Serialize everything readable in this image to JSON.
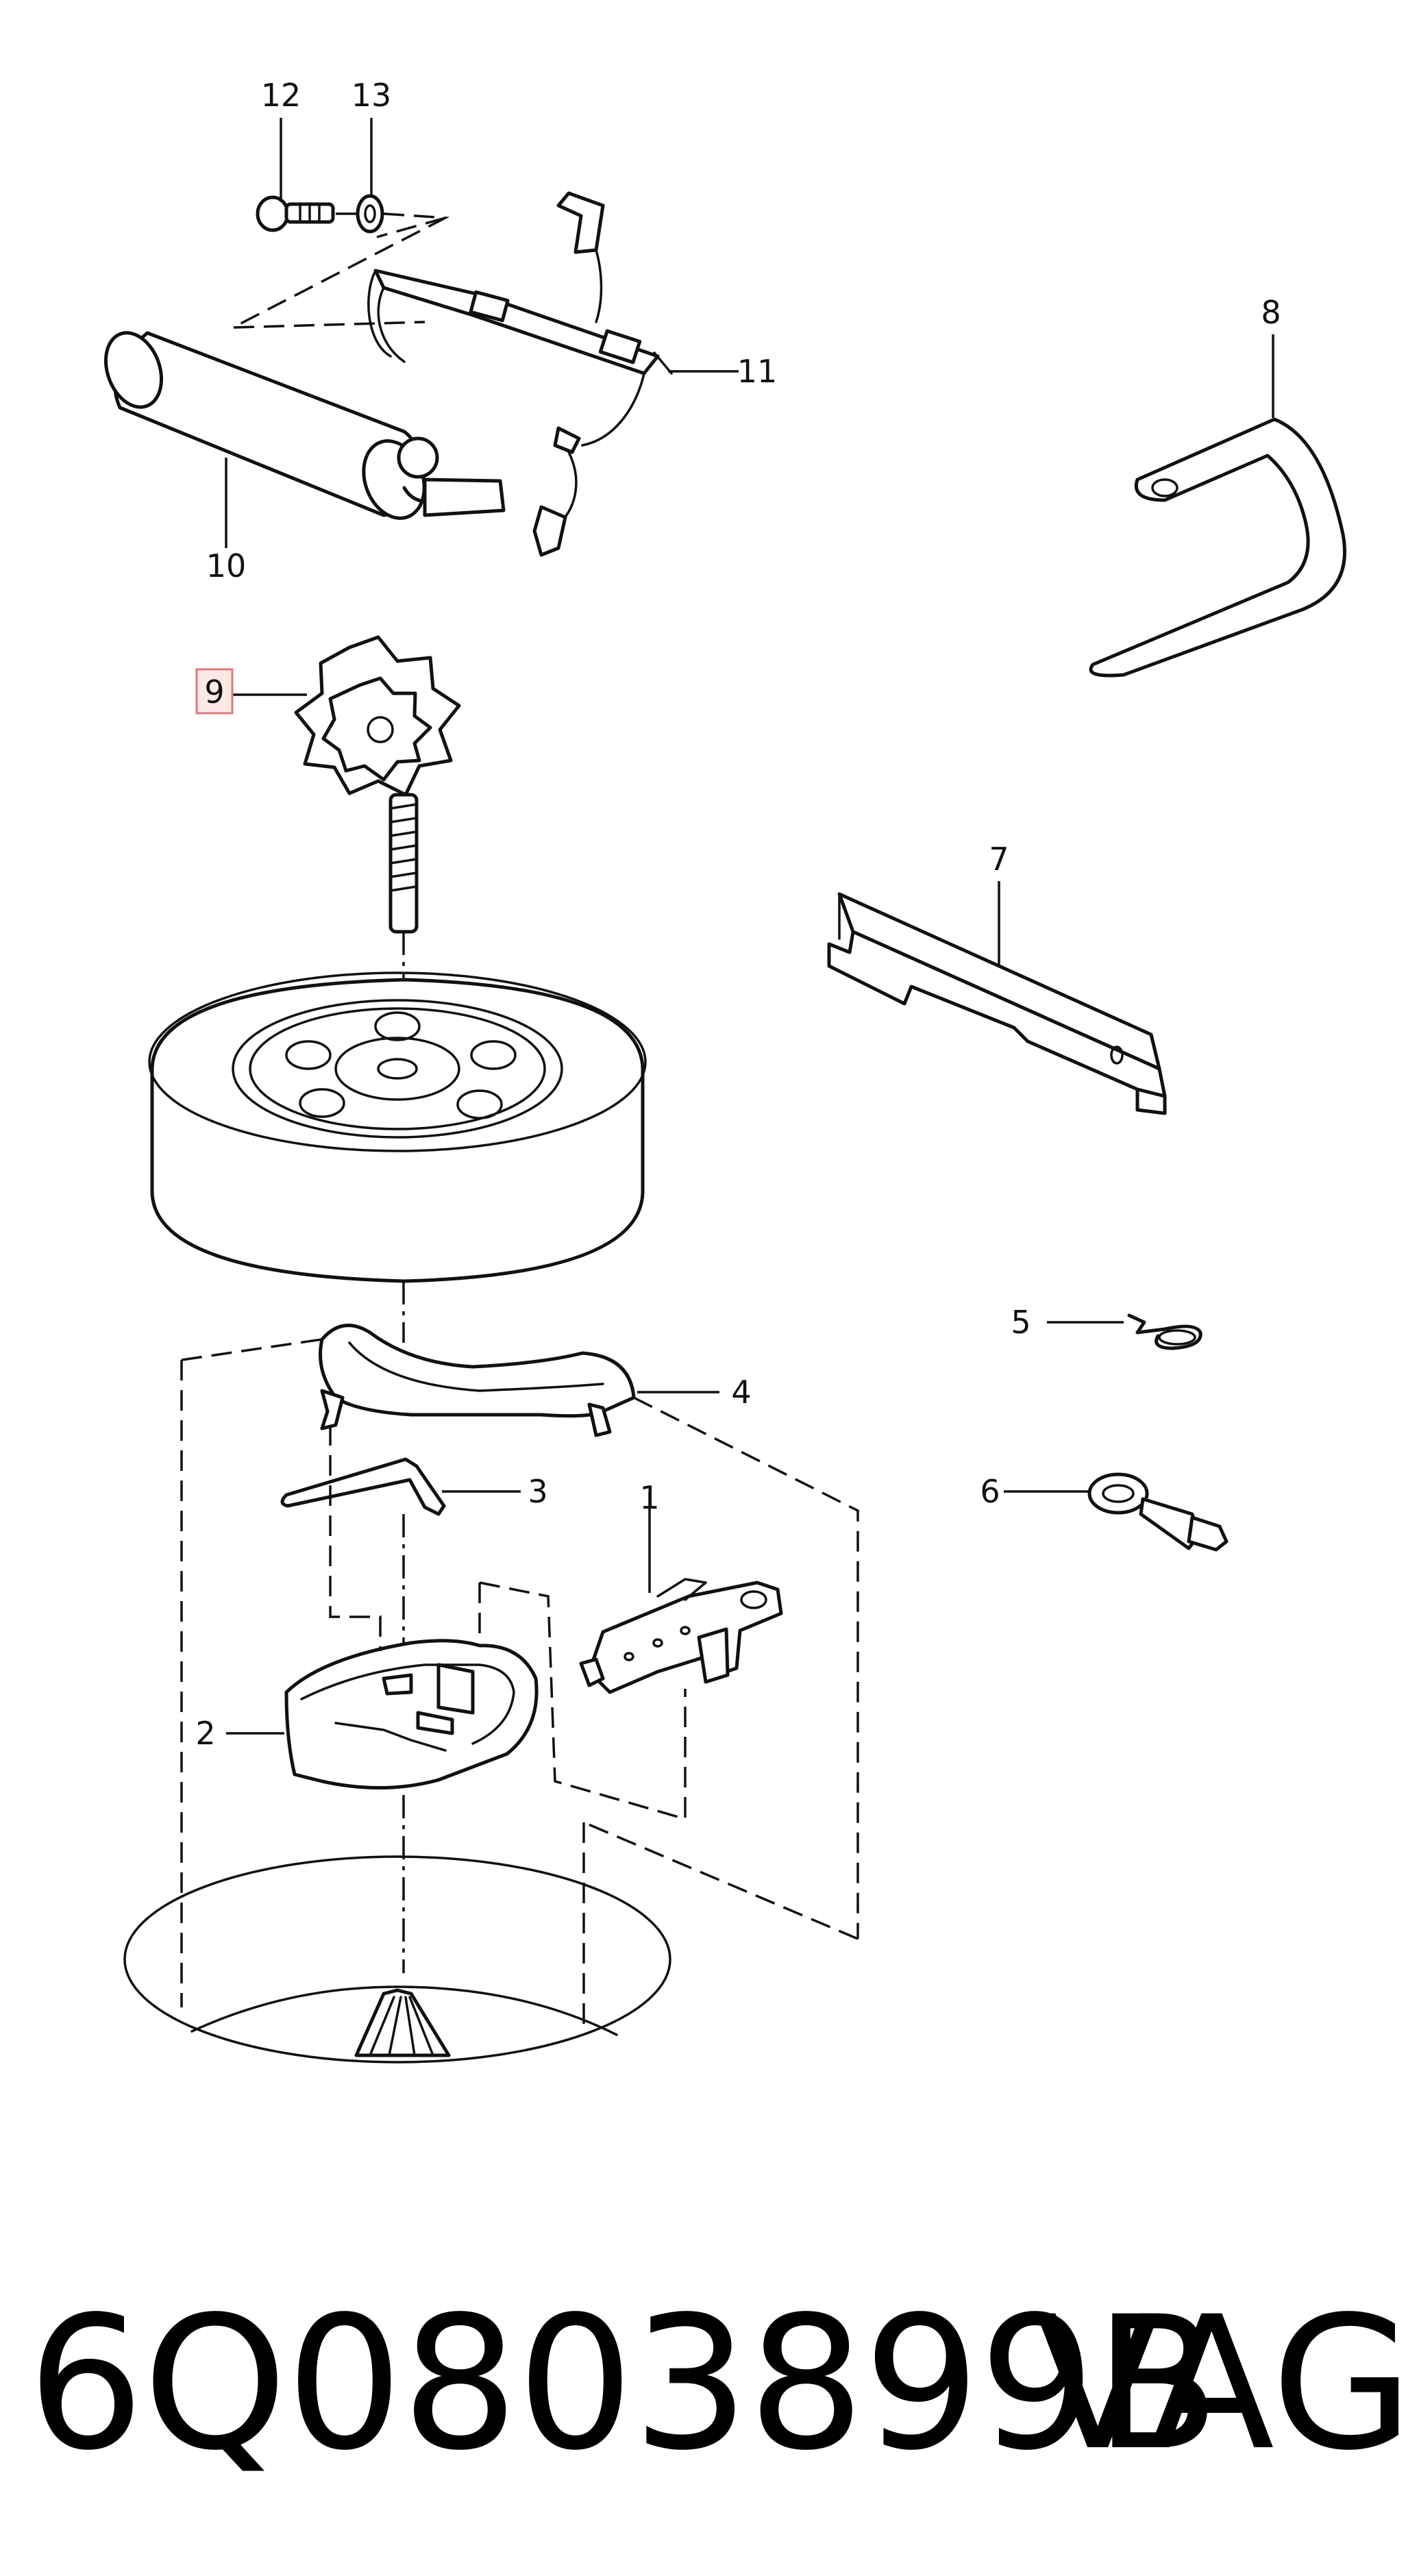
{
  "callouts": [
    {
      "id": "12",
      "label": "12"
    },
    {
      "id": "13",
      "label": "13"
    },
    {
      "id": "11",
      "label": "11"
    },
    {
      "id": "10",
      "label": "10"
    },
    {
      "id": "8",
      "label": "8"
    },
    {
      "id": "9",
      "label": "9",
      "highlighted": true
    },
    {
      "id": "7",
      "label": "7"
    },
    {
      "id": "5",
      "label": "5"
    },
    {
      "id": "4",
      "label": "4"
    },
    {
      "id": "6",
      "label": "6"
    },
    {
      "id": "3",
      "label": "3"
    },
    {
      "id": "1",
      "label": "1"
    },
    {
      "id": "2",
      "label": "2"
    }
  ],
  "footer": {
    "part_number": "6Q0803899B",
    "brand": "VAG"
  },
  "colors": {
    "line": "#111111",
    "highlight_fill": "#fde8e8",
    "highlight_stroke": "#e07a7a"
  }
}
